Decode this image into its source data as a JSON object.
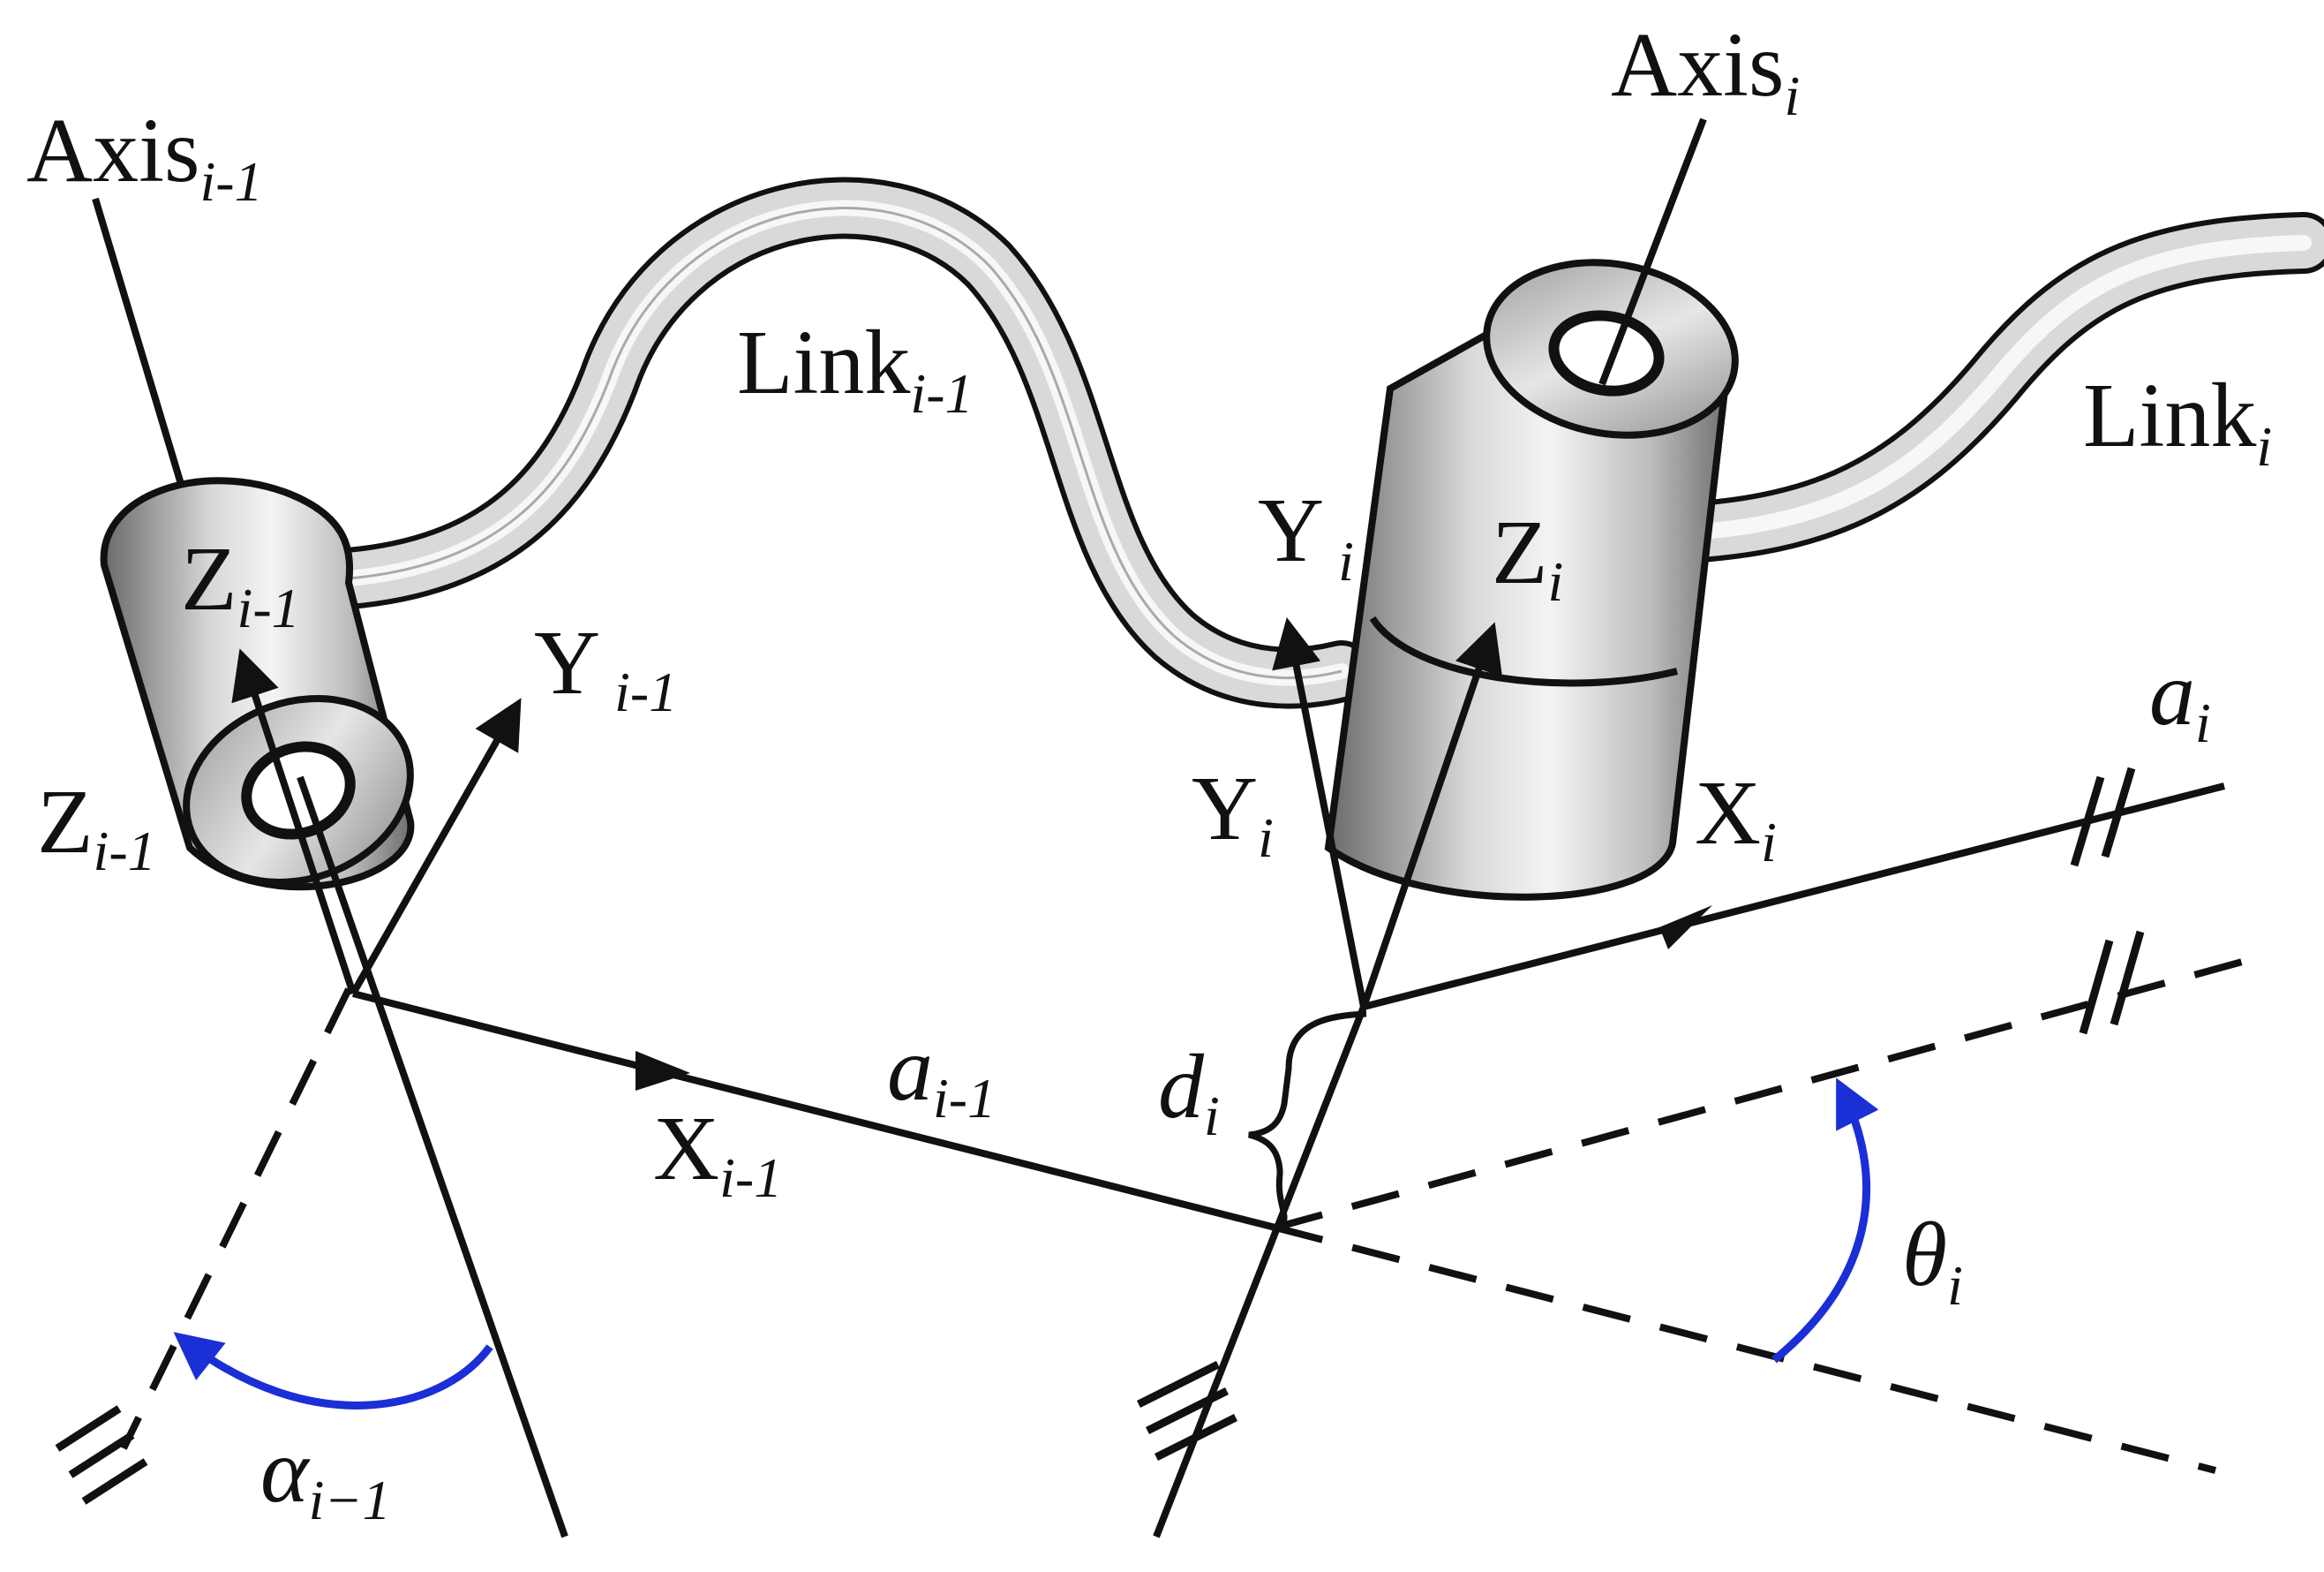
{
  "colors": {
    "line": "#111111",
    "angle_arc": "#1a2fd6",
    "joint_shade_dark": "#5a5a5a",
    "joint_shade_light": "#f2f2f2"
  },
  "labels": {
    "axis_prev": {
      "base": "Axis",
      "sub": "i-1"
    },
    "axis_cur": {
      "base": "Axis",
      "sub": "i"
    },
    "link_prev": {
      "base": "Link",
      "sub": "i-1"
    },
    "link_cur": {
      "base": "Link",
      "sub": "i"
    },
    "z_prev_top": {
      "base": "Z",
      "sub": "i-1"
    },
    "z_prev_side": {
      "base": "Z",
      "sub": "i-1"
    },
    "y_prev": {
      "base": "Y",
      "sub": " i-1"
    },
    "x_prev": {
      "base": "X",
      "sub": "i-1"
    },
    "a_prev": {
      "base": "a",
      "sub": "i-1"
    },
    "alpha_prev": {
      "base": "α",
      "sub": "i−1"
    },
    "y_cur_top": {
      "base": "Y",
      "sub": " i"
    },
    "y_cur_side": {
      "base": "Y",
      "sub": "i"
    },
    "z_cur": {
      "base": "Z",
      "sub": "i"
    },
    "x_cur": {
      "base": "X",
      "sub": "i"
    },
    "a_cur": {
      "base": "a",
      "sub": "i"
    },
    "d_cur": {
      "base": "d",
      "sub": "i"
    },
    "theta_cur": {
      "base": "θ",
      "sub": "i"
    }
  }
}
